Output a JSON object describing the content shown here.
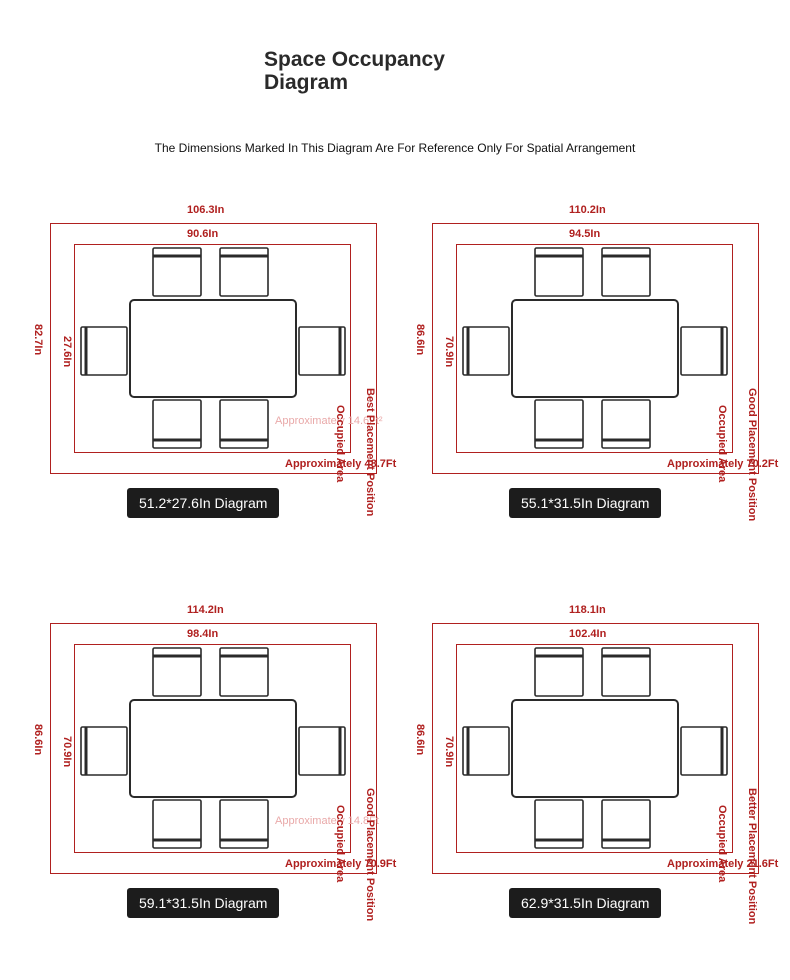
{
  "title": "Space Occupancy Diagram",
  "subtitle": "The Dimensions Marked In This Diagram Are For Reference Only For Spatial Arrangement",
  "colors": {
    "dimension": "#b0201f",
    "furniture": "#2a2a2a",
    "badge_bg": "#1c1c1c"
  },
  "panels": [
    {
      "outer_width": "106.3In",
      "inner_width": "90.6In",
      "outer_depth": "82.7In",
      "table_depth": "27.6In",
      "area_small": "Approximately 14.6Ft²",
      "area_large": "Approximately 48.7Ft",
      "occupied_label": "Occupied Area",
      "position_label": "Best Placement Position",
      "diagram_label": "51.2*27.6In Diagram"
    },
    {
      "outer_width": "110.2In",
      "inner_width": "94.5In",
      "outer_depth": "86.6In",
      "table_depth": "70.9In",
      "area_small": "",
      "area_large": "Approximately 70.2Ft",
      "occupied_label": "Occupied Area",
      "position_label": "Good Placement Position",
      "diagram_label": "55.1*31.5In Diagram"
    },
    {
      "outer_width": "114.2In",
      "inner_width": "98.4In",
      "outer_depth": "86.6In",
      "table_depth": "70.9In",
      "area_small": "Approximately 14.8Ft",
      "area_large": "Approximately 70.9Ft",
      "occupied_label": "Occupied Area",
      "position_label": "Good Placement Position",
      "diagram_label": "59.1*31.5In Diagram"
    },
    {
      "outer_width": "118.1In",
      "inner_width": "102.4In",
      "outer_depth": "86.6In",
      "table_depth": "70.9In",
      "area_small": "",
      "area_large": "Approximately 21.6Ft",
      "occupied_label": "Occupied Area",
      "position_label": "Better Placement Position",
      "diagram_label": "62.9*31.5In Diagram"
    }
  ]
}
